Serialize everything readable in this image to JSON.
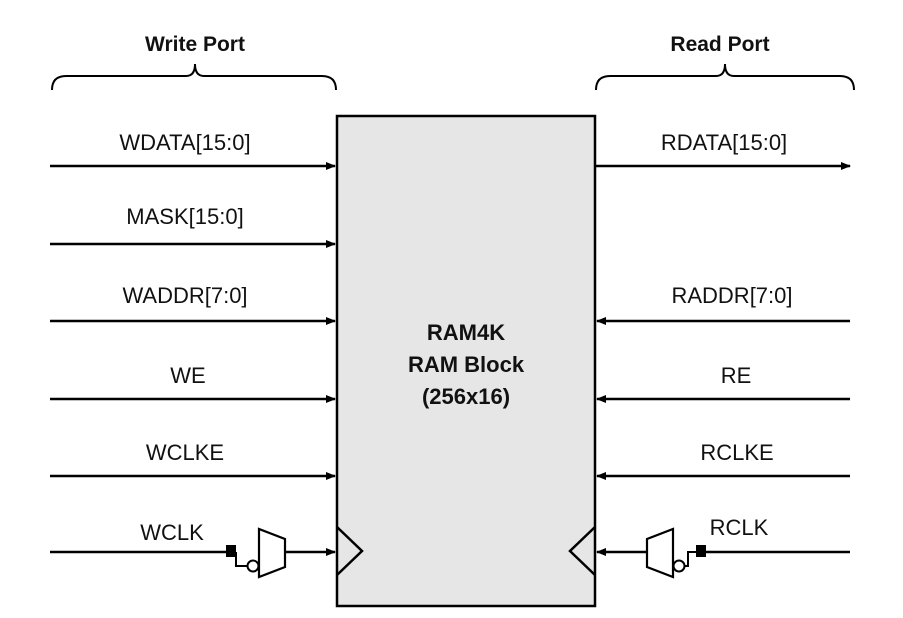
{
  "write_port": {
    "title": "Write Port",
    "signals": {
      "wdata": "WDATA[15:0]",
      "mask": "MASK[15:0]",
      "waddr": "WADDR[7:0]",
      "we": "WE",
      "wclke": "WCLKE",
      "wclk": "WCLK"
    }
  },
  "read_port": {
    "title": "Read Port",
    "signals": {
      "rdata": "RDATA[15:0]",
      "raddr": "RADDR[7:0]",
      "re": "RE",
      "rclke": "RCLKE",
      "rclk": "RCLK"
    }
  },
  "block": {
    "name": "RAM4K",
    "type": "RAM Block",
    "size": "(256x16)",
    "fill_color": "#e6e6e6"
  },
  "colors": {
    "line": "#000000",
    "background": "#ffffff"
  }
}
